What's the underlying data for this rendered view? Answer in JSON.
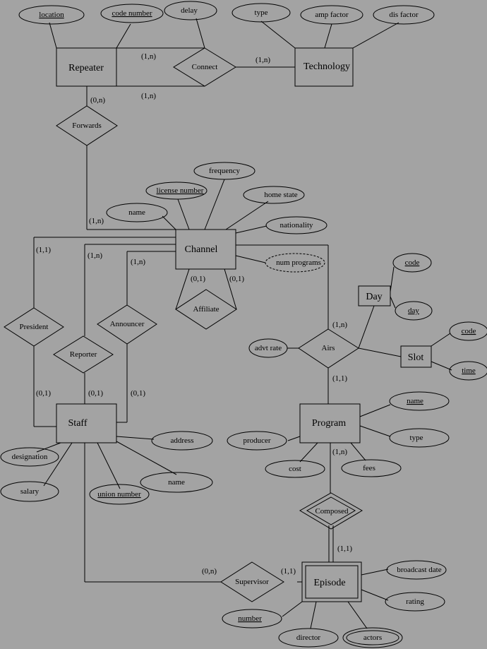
{
  "colors": {
    "background": "#a3a3a3",
    "stroke": "#000000"
  },
  "entities": {
    "repeater": "Repeater",
    "technology": "Technology",
    "channel": "Channel",
    "staff": "Staff",
    "program": "Program",
    "day": "Day",
    "slot": "Slot",
    "episode": "Episode"
  },
  "relationships": {
    "connect": "Connect",
    "forwards": "Forwards",
    "affiliate": "Affiliate",
    "president": "President",
    "reporter": "Reporter",
    "announcer": "Announcer",
    "airs": "Airs",
    "composed": "Composed",
    "supervisor": "Supervisor"
  },
  "attributes": {
    "location": "location",
    "code_number": "code number",
    "delay": "delay",
    "type_tech": "type",
    "amp_factor": "amp factor",
    "dis_factor": "dis factor",
    "frequency": "frequency",
    "license_number": "license number",
    "home_state": "home state",
    "channel_name": "name",
    "nationality": "nationality",
    "num_programs": "num programs",
    "day_code": "code",
    "day_day": "day",
    "slot_code": "code",
    "slot_time": "time",
    "advt_rate": "advt rate",
    "program_name": "name",
    "program_type": "type",
    "producer": "producer",
    "cost": "cost",
    "fees": "fees",
    "designation": "designation",
    "address": "address",
    "staff_name": "name",
    "salary": "salary",
    "union_number": "union number",
    "broadcast_date": "broadcast date",
    "rating": "rating",
    "number": "number",
    "director": "director",
    "actors": "actors"
  },
  "cardinalities": {
    "repeater_connect_top": "(1,n)",
    "repeater_connect_bottom": "(1,n)",
    "connect_technology": "(1,n)",
    "repeater_forwards": "(0,n)",
    "forwards_channel": "(1,n)",
    "channel_president": "(1,1)",
    "channel_reporter": "(1,n)",
    "channel_announcer": "(1,n)",
    "affiliate_left": "(0,1)",
    "affiliate_right": "(0,1)",
    "channel_airs": "(1,n)",
    "airs_program": "(1,1)",
    "president_staff": "(0,1)",
    "reporter_staff": "(0,1)",
    "announcer_staff": "(0,1)",
    "program_composed": "(1,n)",
    "composed_episode": "(1,1)",
    "staff_supervisor": "(0,n)",
    "supervisor_episode": "(1,1)"
  }
}
